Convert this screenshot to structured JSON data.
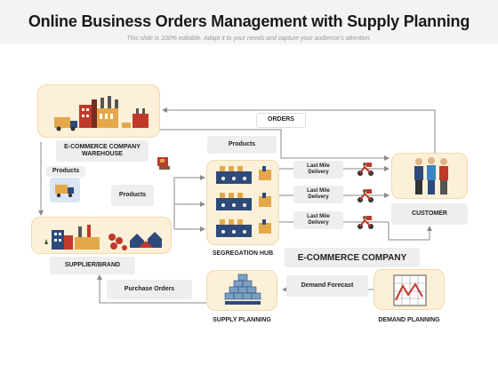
{
  "header": {
    "title": "Online Business Orders Management with Supply Planning",
    "subtitle": "This slide is 100% editable. Adapt it to your needs and capture your audience's attention."
  },
  "nodes": {
    "warehouse": "E-COMMERCE COMPANY\nWAREHOUSE",
    "supplier": "SUPPLIER/BRAND",
    "hub": "SEGREGATION HUB",
    "customer": "CUSTOMER",
    "supply_planning": "SUPPLY PLANNING",
    "demand_planning": "DEMAND PLANNING",
    "ecommerce_company": "E-COMMERCE COMPANY"
  },
  "edge_labels": {
    "orders": "ORDERS",
    "products_top": "Products",
    "products_left": "Products",
    "products_mid": "Products",
    "last_mile_1": "Last Mile\nDelivery",
    "last_mile_2": "Last Mile\nDelivery",
    "last_mile_3": "Last Mile\nDelivery",
    "purchase_orders": "Purchase Orders",
    "demand_forecast": "Demand Forecast"
  },
  "colors": {
    "card_fill": "#fdf0d8",
    "card_border": "#f1d9ad",
    "label_fill": "#eeeeee",
    "connector": "#8a8a8a",
    "accent_red": "#c0392b",
    "accent_blue": "#2e4a7a"
  }
}
